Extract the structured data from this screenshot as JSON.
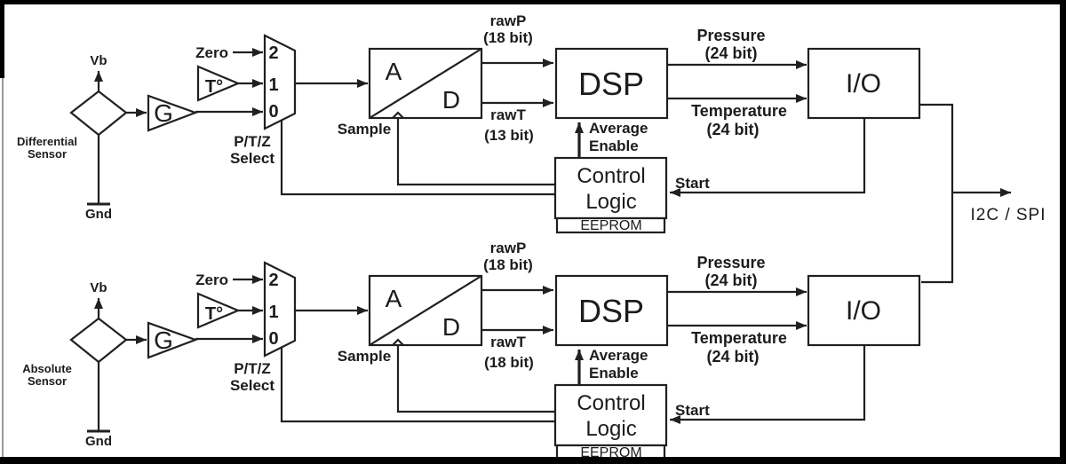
{
  "bus": {
    "label": "I2C / SPI"
  },
  "colors": {
    "ink": "#202020",
    "background": "#ffffff",
    "frame": "#000000",
    "left_border_gray": "#9a9a9a"
  },
  "channels": [
    {
      "sensor_line1": "Differential",
      "sensor_line2": "Sensor",
      "vb": "Vb",
      "gnd": "Gnd",
      "gain": "G",
      "temp_sensor": "T°",
      "zero": "Zero",
      "mux_in_2": "2",
      "mux_in_1": "1",
      "mux_in_0": "0",
      "select_line1": "P/T/Z",
      "select_line2": "Select",
      "adc_a": "A",
      "adc_d": "D",
      "sample": "Sample",
      "rawp_line1": "rawP",
      "rawp_line2": "(18 bit)",
      "rawt_line1": "rawT",
      "rawt_line2": "(13 bit)",
      "dsp": "DSP",
      "pressure_line1": "Pressure",
      "pressure_line2": "(24 bit)",
      "temperature_line1": "Temperature",
      "temperature_line2": "(24 bit)",
      "avg_line1": "Average",
      "avg_line2": "Enable",
      "control_line1": "Control",
      "control_line2": "Logic",
      "eeprom": "EEPROM",
      "start": "Start",
      "io": "I/O"
    },
    {
      "sensor_line1": "Absolute",
      "sensor_line2": "Sensor",
      "vb": "Vb",
      "gnd": "Gnd",
      "gain": "G",
      "temp_sensor": "T°",
      "zero": "Zero",
      "mux_in_2": "2",
      "mux_in_1": "1",
      "mux_in_0": "0",
      "select_line1": "P/T/Z",
      "select_line2": "Select",
      "adc_a": "A",
      "adc_d": "D",
      "sample": "Sample",
      "rawp_line1": "rawP",
      "rawp_line2": "(18 bit)",
      "rawt_line1": "rawT",
      "rawt_line2": "(18 bit)",
      "dsp": "DSP",
      "pressure_line1": "Pressure",
      "pressure_line2": "(24 bit)",
      "temperature_line1": "Temperature",
      "temperature_line2": "(24 bit)",
      "avg_line1": "Average",
      "avg_line2": "Enable",
      "control_line1": "Control",
      "control_line2": "Logic",
      "eeprom": "EEPROM",
      "start": "Start",
      "io": "I/O"
    }
  ]
}
